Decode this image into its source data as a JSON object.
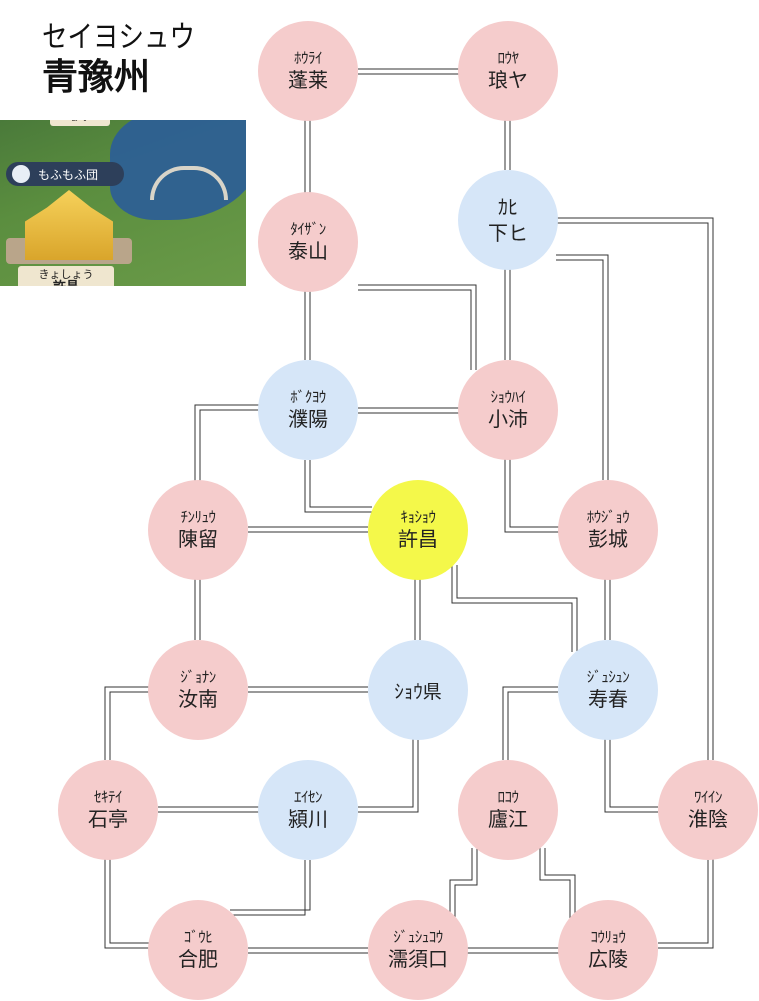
{
  "heading": {
    "kana": "セイヨシュウ",
    "kanji": "青豫州"
  },
  "thumbnail": {
    "badge": "もふもふ団",
    "top_plate": "郡守",
    "plate_kana": "きょしょう",
    "plate_kanji": "許昌"
  },
  "colors": {
    "pink": "#f5cccc",
    "blue": "#d6e6f8",
    "yellow": "#f4f84a"
  },
  "nodes": {
    "horai": {
      "kana": "ﾎｳﾗｲ",
      "kanji": "蓬莱",
      "color": "pink"
    },
    "roya": {
      "kana": "ﾛｳﾔ",
      "kanji": "琅ヤ",
      "color": "pink"
    },
    "kahi": {
      "kana": "ｶﾋ",
      "kanji": "下ヒ",
      "color": "blue"
    },
    "taizan": {
      "kana": "ﾀｲｻﾞﾝ",
      "kanji": "泰山",
      "color": "pink"
    },
    "bokuyo": {
      "kana": "ﾎﾞｸﾖｳ",
      "kanji": "濮陽",
      "color": "blue"
    },
    "shohai": {
      "kana": "ｼｮｳﾊｲ",
      "kanji": "小沛",
      "color": "pink"
    },
    "chinryu": {
      "kana": "ﾁﾝﾘｭｳ",
      "kanji": "陳留",
      "color": "pink"
    },
    "kyosho": {
      "kana": "ｷｮｼｮｳ",
      "kanji": "許昌",
      "color": "yellow"
    },
    "hojo": {
      "kana": "ﾎｳｼﾞｮｳ",
      "kanji": "彭城",
      "color": "pink"
    },
    "jonan": {
      "kana": "ｼﾞｮﾅﾝ",
      "kanji": "汝南",
      "color": "pink"
    },
    "shoken": {
      "label": "ｼｮｳ県",
      "color": "blue"
    },
    "jushun": {
      "kana": "ｼﾞｭｼｭﾝ",
      "kanji": "寿春",
      "color": "blue"
    },
    "sekitei": {
      "kana": "ｾｷﾃｲ",
      "kanji": "石亭",
      "color": "pink"
    },
    "eisen": {
      "kana": "ｴｲｾﾝ",
      "kanji": "潁川",
      "color": "blue"
    },
    "roko": {
      "kana": "ﾛｺｳ",
      "kanji": "廬江",
      "color": "pink"
    },
    "waiin": {
      "kana": "ﾜｲｲﾝ",
      "kanji": "淮陰",
      "color": "pink"
    },
    "gohi": {
      "kana": "ｺﾞｳﾋ",
      "kanji": "合肥",
      "color": "pink"
    },
    "jushuko": {
      "kana": "ｼﾞｭｼｭｺｳ",
      "kanji": "濡須口",
      "color": "pink"
    },
    "koryo": {
      "kana": "ｺｳﾘｮｳ",
      "kanji": "広陵",
      "color": "pink"
    }
  }
}
